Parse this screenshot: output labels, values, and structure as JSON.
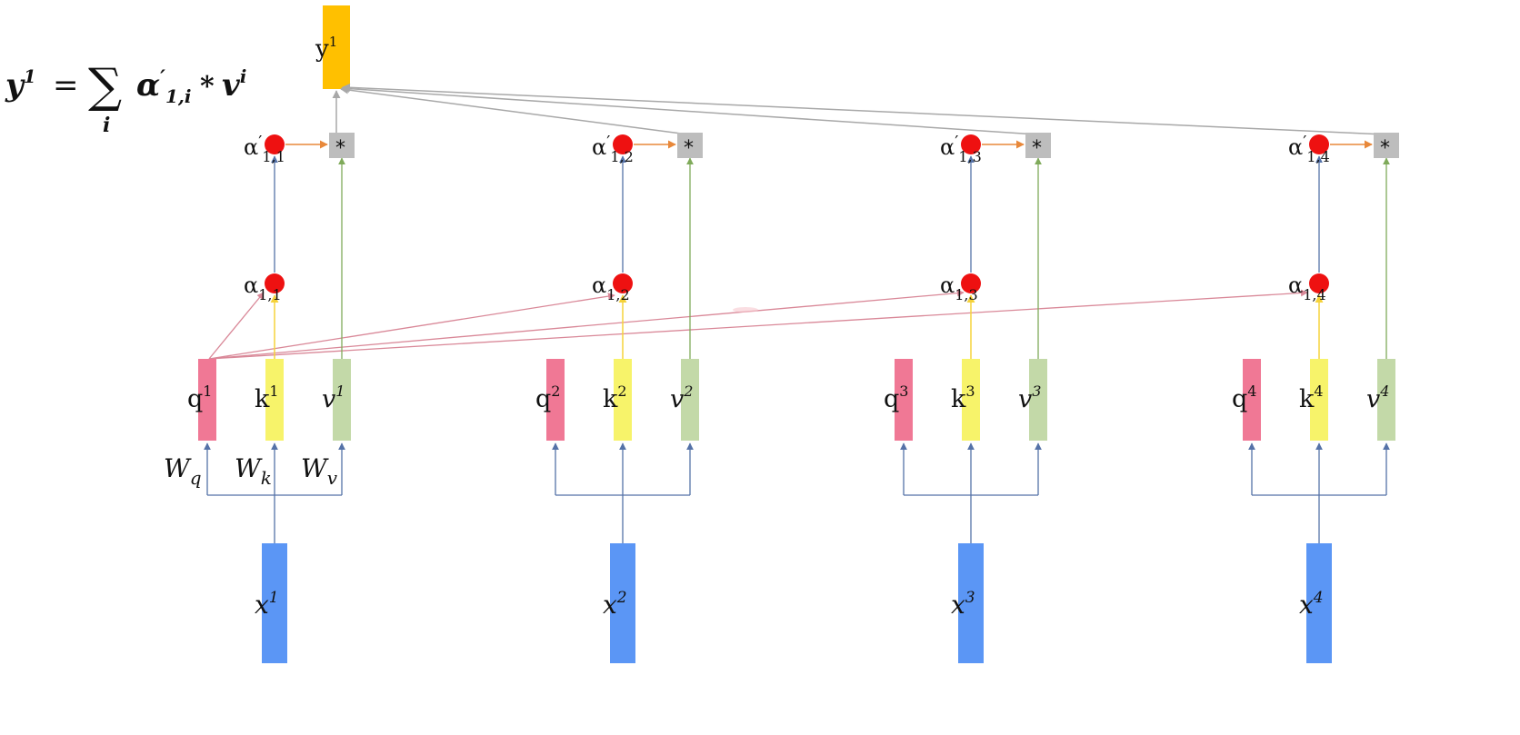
{
  "formula": {
    "lhs_base": "y",
    "lhs_sup": "1",
    "equals": "=",
    "sum": "∑",
    "sum_index": "i",
    "alpha": "α",
    "alpha_prime": "′",
    "alpha_sub": "1,i",
    "times": "*",
    "v": "v",
    "v_sup": "i"
  },
  "output": {
    "base": "y",
    "sup": "1"
  },
  "multiply_symbol": "*",
  "weights": {
    "q": "q",
    "k": "k",
    "v": "v"
  },
  "columns": [
    {
      "x": {
        "base": "x",
        "sup": "1"
      },
      "q": {
        "base": "q",
        "sup": "1"
      },
      "k": {
        "base": "k",
        "sup": "1"
      },
      "v": {
        "base": "v",
        "sup": "1"
      },
      "alpha": {
        "base": "α",
        "sub": "1,1"
      },
      "alpha_prime": {
        "base": "α",
        "prime": "′",
        "sub": "1,1"
      }
    },
    {
      "x": {
        "base": "x",
        "sup": "2"
      },
      "q": {
        "base": "q",
        "sup": "2"
      },
      "k": {
        "base": "k",
        "sup": "2"
      },
      "v": {
        "base": "v",
        "sup": "2"
      },
      "alpha": {
        "base": "α",
        "sub": "1,2"
      },
      "alpha_prime": {
        "base": "α",
        "prime": "′",
        "sub": "1,2"
      }
    },
    {
      "x": {
        "base": "x",
        "sup": "3"
      },
      "q": {
        "base": "q",
        "sup": "3"
      },
      "k": {
        "base": "k",
        "sup": "3"
      },
      "v": {
        "base": "v",
        "sup": "3"
      },
      "alpha": {
        "base": "α",
        "sub": "1,3"
      },
      "alpha_prime": {
        "base": "α",
        "prime": "′",
        "sub": "1,3"
      }
    },
    {
      "x": {
        "base": "x",
        "sup": "4"
      },
      "q": {
        "base": "q",
        "sup": "4"
      },
      "k": {
        "base": "k",
        "sup": "4"
      },
      "v": {
        "base": "v",
        "sup": "4"
      },
      "alpha": {
        "base": "α",
        "sub": "1,4"
      },
      "alpha_prime": {
        "base": "α",
        "prime": "′",
        "sub": "1,4"
      }
    }
  ],
  "colors": {
    "x_block": "#5b96f5",
    "q_block": "#f07895",
    "k_block": "#f7f36a",
    "v_block": "#c3d9a8",
    "y_block": "#ffc000",
    "alpha_node": "#ee1111",
    "mult_box": "#bdbdbd",
    "arrow_blue": "#5572a8",
    "arrow_yellow": "#f5d23a",
    "arrow_green": "#7faa5a",
    "arrow_orange": "#e8883a",
    "arrow_pink": "#d98898",
    "arrow_gray": "#a8a8a8"
  }
}
